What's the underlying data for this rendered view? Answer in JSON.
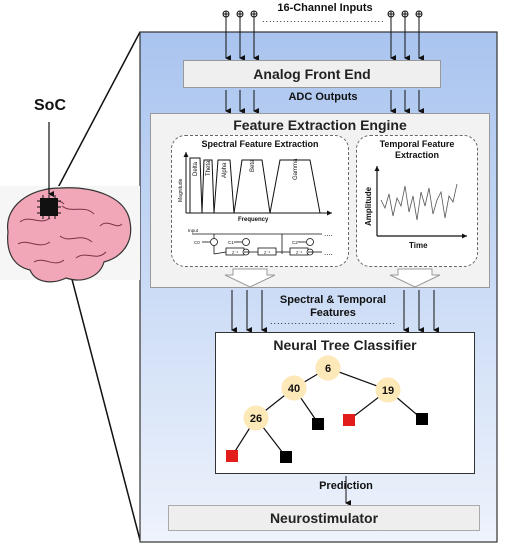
{
  "title_inputs": "16-Channel Inputs",
  "afe_label": "Analog Front End",
  "adc_label": "ADC Outputs",
  "fee_label": "Feature Extraction Engine",
  "spectral_title": "Spectral Feature Extraction",
  "temporal_title_line1": "Temporal Feature",
  "temporal_title_line2": "Extraction",
  "spectral_bands": [
    "Delta",
    "Theta",
    "Alpha",
    "Beta",
    "Gamma"
  ],
  "spectral_ylabel": "Magnitude",
  "spectral_xlabel": "Frequency",
  "filter_labels": {
    "input": "Input",
    "c0": "C0",
    "c1": "C1",
    "c2": "C2",
    "z1a": "z⁻¹",
    "z1b": "z⁻¹",
    "z1c": "z⁻¹"
  },
  "temporal_ylabel": "Amplitude",
  "temporal_xlabel": "Time",
  "features_line1": "Spectral & Temporal",
  "features_line2": "Features",
  "ntc_label": "Neural Tree Classifier",
  "tree_nodes": {
    "root": "6",
    "left": "40",
    "right": "19",
    "leftleft": "26"
  },
  "prediction_label": "Prediction",
  "neuro_label": "Neurostimulator",
  "soc_label": "SoC",
  "dots": "........................................",
  "colors": {
    "panel_top": "#a9c4ef",
    "panel_bottom": "#eef3fc",
    "node_fill": "#fde8b8",
    "leaf_red": "#e21b1b",
    "leaf_black": "#000000",
    "brain_pink": "#f2a7b8"
  }
}
